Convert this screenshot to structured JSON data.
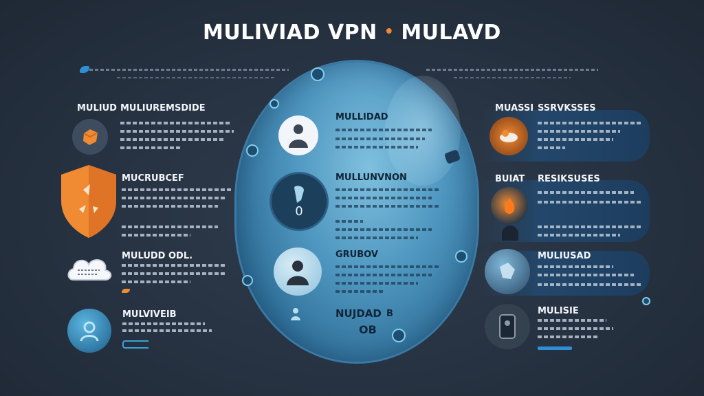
{
  "title": {
    "left": "MULIVIAD VPN",
    "dot": "•",
    "right": "MULAVD"
  },
  "left_rows": [
    {
      "badge": "MULIUD",
      "heading": "MULIUREMSDIDE",
      "icon": "orange-cube-icon"
    },
    {
      "heading": "MUCRUBCEF",
      "icon": "orange-shield-icon"
    },
    {
      "heading": "MULUDD ODL.",
      "icon": "cloud-icon"
    },
    {
      "heading": "MULVIVEIB",
      "icon": "blue-person-icon"
    }
  ],
  "right_rows": [
    {
      "badge": "MUASSI",
      "heading": "SSRVKSSES",
      "icon": "orange-disc-icon"
    },
    {
      "badge": "BUIAT",
      "heading": "RESIKSUSES",
      "icon": "fire-icon"
    },
    {
      "heading": "MULIUSAD",
      "icon": "globe-icon"
    },
    {
      "heading": "MULISIE",
      "icon": "device-icon"
    }
  ],
  "oval": {
    "items": [
      {
        "heading": "MULLIDAD",
        "icon": "user-icon"
      },
      {
        "heading": "MULLUNVNON",
        "icon": "lock-icon",
        "value": "0"
      },
      {
        "heading": "GRUBOV",
        "icon": "user-globe-icon"
      }
    ],
    "footer": {
      "label": "NUJDAD",
      "suffix": "B",
      "code": "OB"
    }
  },
  "colors": {
    "accent": "#f08a33",
    "oval": "#4f97c0",
    "background": "#263241"
  }
}
